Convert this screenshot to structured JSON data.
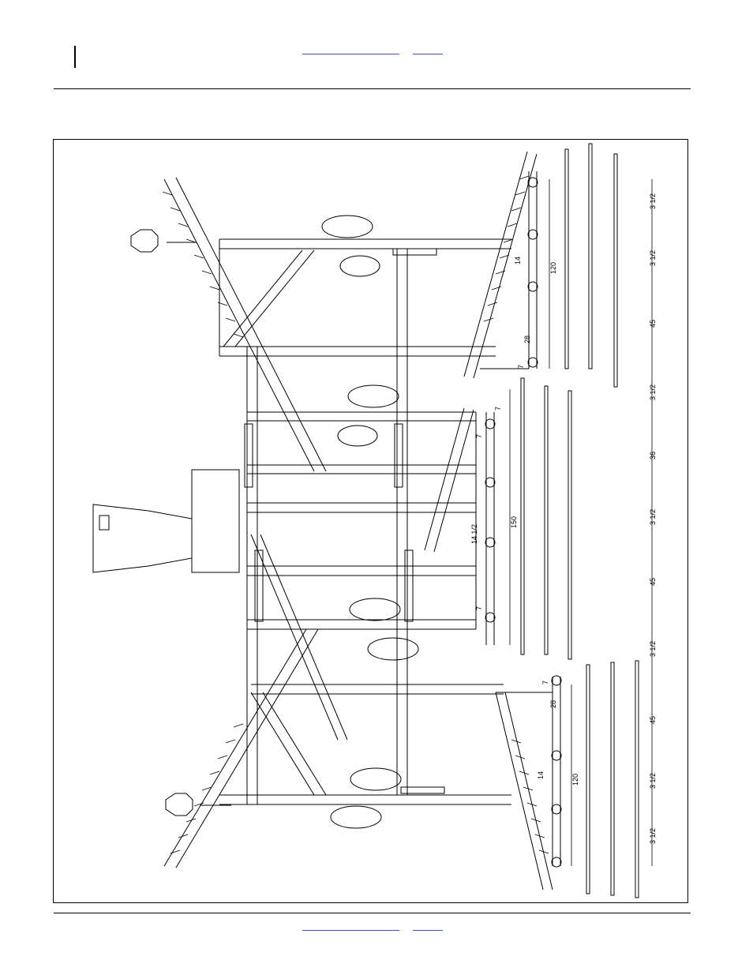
{
  "header": {
    "links": [
      "",
      ""
    ]
  },
  "footer": {
    "links": [
      "",
      ""
    ]
  },
  "drawing": {
    "dims": {
      "right": [
        "3 1/2",
        "3 1/2",
        "45",
        "3 1/2",
        "36",
        "3 1/2",
        "45",
        "3 1/2",
        "45",
        "3 1/2",
        "3 1/2"
      ],
      "upper": [
        "120",
        "14",
        "28",
        "7"
      ],
      "center": [
        "7",
        "7",
        "150",
        "14 1/2",
        "7"
      ],
      "lower": [
        "7",
        "28",
        "14",
        "120"
      ]
    }
  }
}
